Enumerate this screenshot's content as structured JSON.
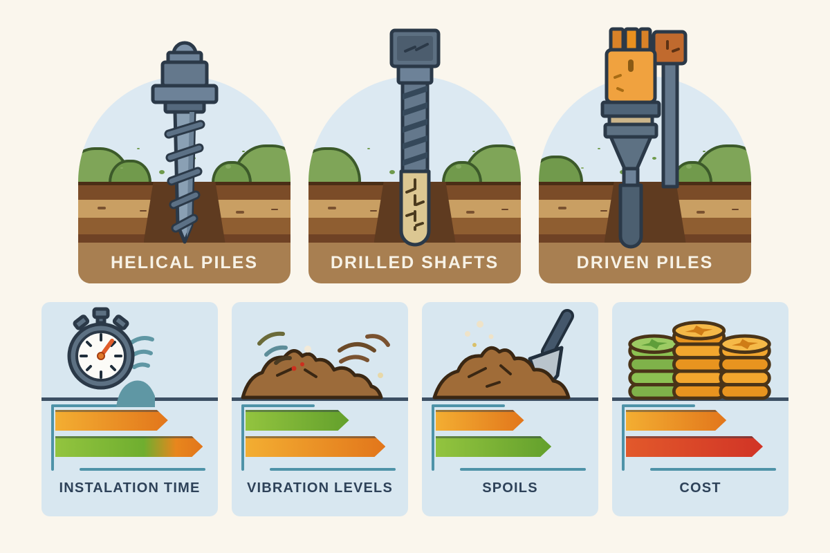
{
  "panels": [
    {
      "name": "helical-piles",
      "label": "HELICAL PILES"
    },
    {
      "name": "drilled-shafts",
      "label": "DRILLED SHAFTS"
    },
    {
      "name": "driven-piles",
      "label": "DRIVEN PILES"
    }
  ],
  "cards": [
    {
      "name": "installation-time",
      "label": "INSTALATION TIME",
      "icon": "stopwatch-icon",
      "bars": [
        {
          "color": "orange",
          "length_pct": 74
        },
        {
          "color": "green-orange",
          "length_pct": 97
        }
      ]
    },
    {
      "name": "vibration-levels",
      "label": "VIBRATION LEVELS",
      "icon": "vibration-waves-icon",
      "bars": [
        {
          "color": "green",
          "length_pct": 68
        },
        {
          "color": "orange",
          "length_pct": 92
        }
      ]
    },
    {
      "name": "spoils",
      "label": "SPOILS",
      "icon": "soil-pile-trowel-icon",
      "bars": [
        {
          "color": "orange",
          "length_pct": 58
        },
        {
          "color": "green",
          "length_pct": 76
        }
      ]
    },
    {
      "name": "cost",
      "label": "COST",
      "icon": "coin-stacks-icon",
      "bars": [
        {
          "color": "orange",
          "length_pct": 66
        },
        {
          "color": "red",
          "length_pct": 90
        }
      ]
    }
  ],
  "palette": {
    "background": "#faf6ed",
    "sky": "#dce9f2",
    "card_background": "#d8e7f0",
    "soil_label_band": "#a87f51",
    "panel_label_text": "#f7f2e6",
    "card_label_text": "#2e4259",
    "axis_teal": "#4e93a8",
    "ground_line": "#3c4f63",
    "bar_orange": "#e8891f",
    "bar_green": "#7cb342",
    "bar_red": "#d8402a",
    "steel_blue": "#64788c",
    "hammer_orange": "#f0a23f"
  }
}
